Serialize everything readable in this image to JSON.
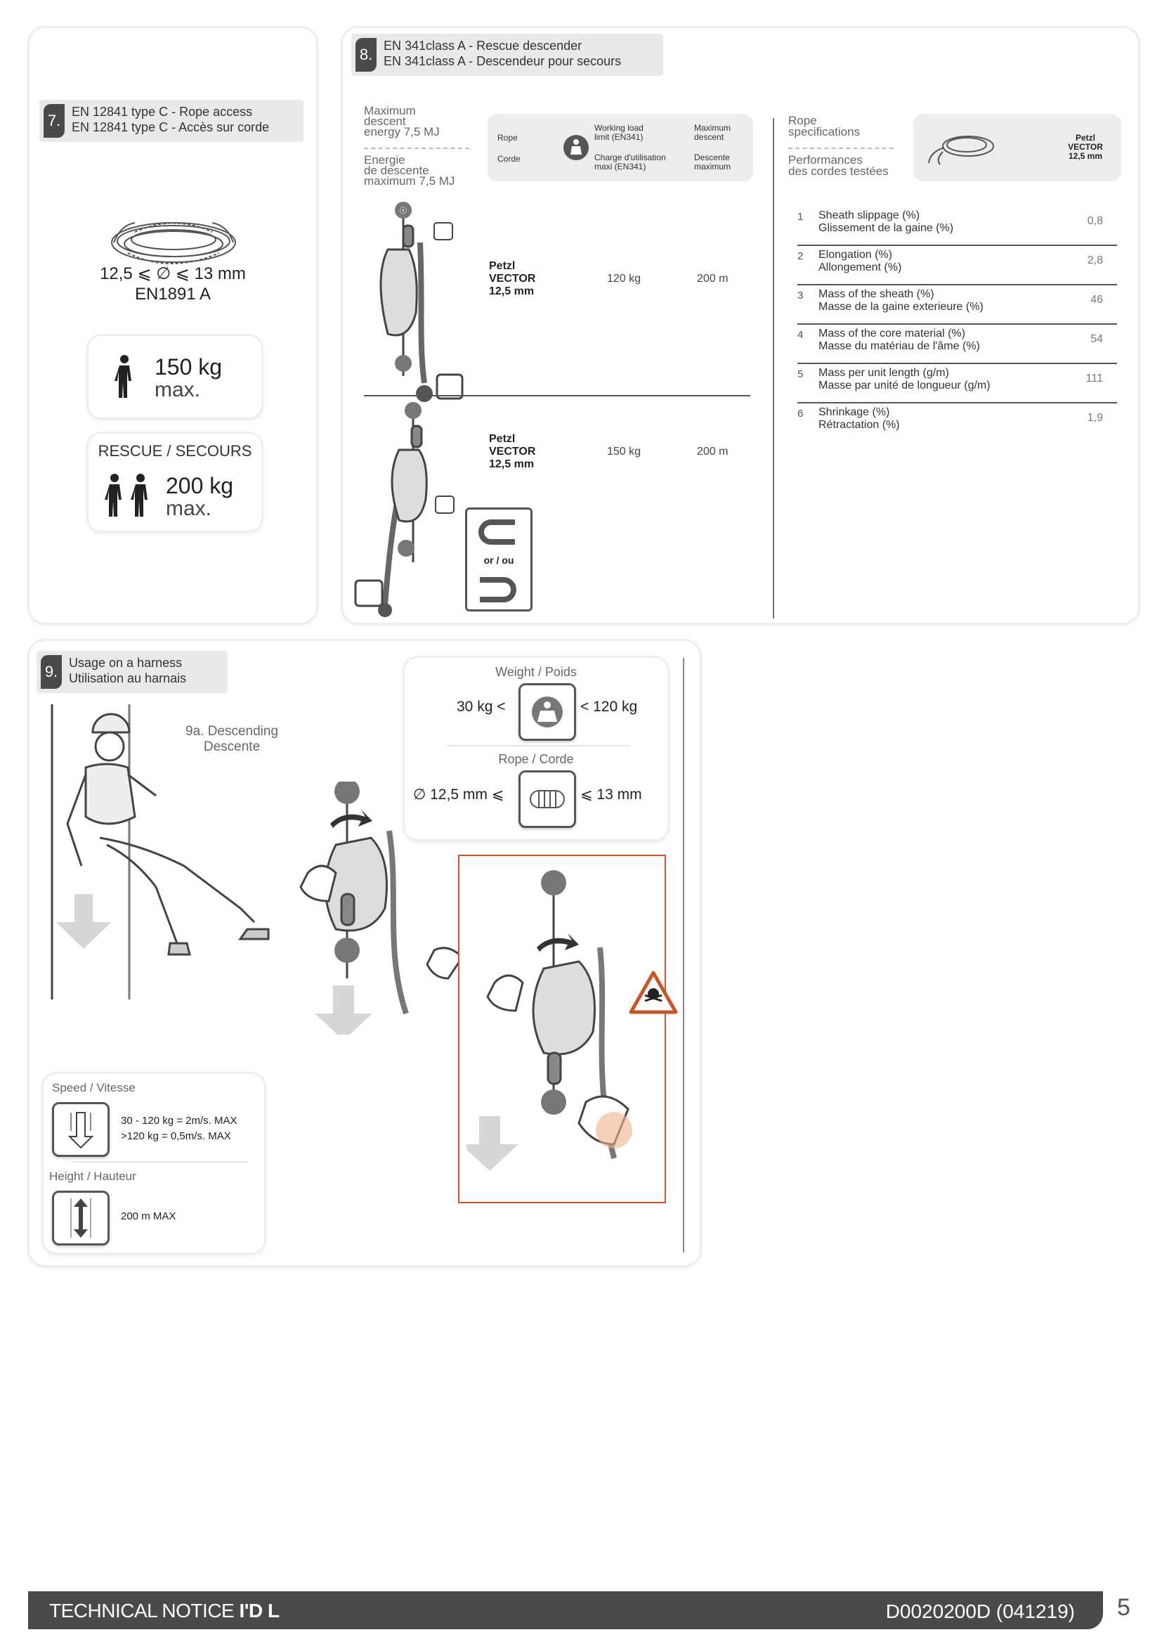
{
  "s7": {
    "num": "7.",
    "line1": "EN 12841 type C - Rope access",
    "line2": "EN 12841 type C - Accès sur corde",
    "diameter": "12,5 ⩽ ∅ ⩽ 13 mm",
    "norm": "EN1891 A",
    "weight_value": "150 kg",
    "weight_max": "max.",
    "rescue_label": "RESCUE / SECOURS",
    "rescue_value": "200 kg",
    "rescue_max": "max."
  },
  "s8": {
    "num": "8.",
    "line1": "EN 341class A - Rescue descender",
    "line2": "EN 341class A - Descendeur pour secours",
    "energy_en": [
      "Maximum",
      "descent",
      "energy 7,5 MJ"
    ],
    "energy_fr": [
      "Energie",
      "de descente",
      "maximum 7,5 MJ"
    ],
    "hdr_rope": "Rope",
    "hdr_corde": "Corde",
    "hdr_wll_en": [
      "Working load",
      "limit (EN341)"
    ],
    "hdr_wll_fr": [
      "Charge d'utilisation",
      "maxi (EN341)"
    ],
    "hdr_max_en": [
      "Maximum",
      "descent"
    ],
    "hdr_max_fr": [
      "Descente",
      "maximum"
    ],
    "rows": [
      {
        "rope": [
          "Petzl",
          "VECTOR",
          "12,5 mm"
        ],
        "load": "120 kg",
        "descent": "200 m"
      },
      {
        "rope": [
          "Petzl",
          "VECTOR",
          "12,5 mm"
        ],
        "load": "150 kg",
        "descent": "200 m"
      }
    ],
    "or_ou": "or / ou",
    "spec_en": [
      "Rope",
      "specifications"
    ],
    "spec_fr": [
      "Performances",
      "des cordes testées"
    ],
    "spec_rope": [
      "Petzl",
      "VECTOR",
      "12,5 mm"
    ],
    "specs": [
      {
        "n": "1",
        "en": "Sheath slippage (%)",
        "fr": "Glissement de la gaine (%)",
        "v": "0,8"
      },
      {
        "n": "2",
        "en": "Elongation (%)",
        "fr": "Allongement (%)",
        "v": "2,8"
      },
      {
        "n": "3",
        "en": "Mass of the sheath (%)",
        "fr": "Masse de la gaine exterieure (%)",
        "v": "46"
      },
      {
        "n": "4",
        "en": "Mass of the core material (%)",
        "fr": "Masse du matériau de l'âme (%)",
        "v": "54"
      },
      {
        "n": "5",
        "en": "Mass per unit length (g/m)",
        "fr": "Masse par unité de longueur (g/m)",
        "v": "111"
      },
      {
        "n": "6",
        "en": "Shrinkage (%)",
        "fr": "Rétractation (%)",
        "v": "1,9"
      }
    ]
  },
  "s9": {
    "num": "9.",
    "line1": "Usage on a harness",
    "line2": "Utilisation au harnais",
    "sub1": "9a. Descending",
    "sub2": "Descente",
    "weight_label": "Weight / Poids",
    "weight_min": "30 kg <",
    "weight_max": "< 120 kg",
    "rope_label": "Rope / Corde",
    "rope_min": "∅ 12,5 mm ⩽",
    "rope_max": "⩽ 13 mm",
    "speed_label": "Speed / Vitesse",
    "speed_1": "30 - 120 kg = 2m/s. MAX",
    "speed_2": ">120 kg = 0,5m/s. MAX",
    "height_label": "Height / Hauteur",
    "height_val": "200 m MAX"
  },
  "footer": {
    "title_light": "TECHNICAL NOTICE ",
    "title_bold": "I'D L",
    "code": "D0020200D (041219)",
    "page": "5"
  }
}
